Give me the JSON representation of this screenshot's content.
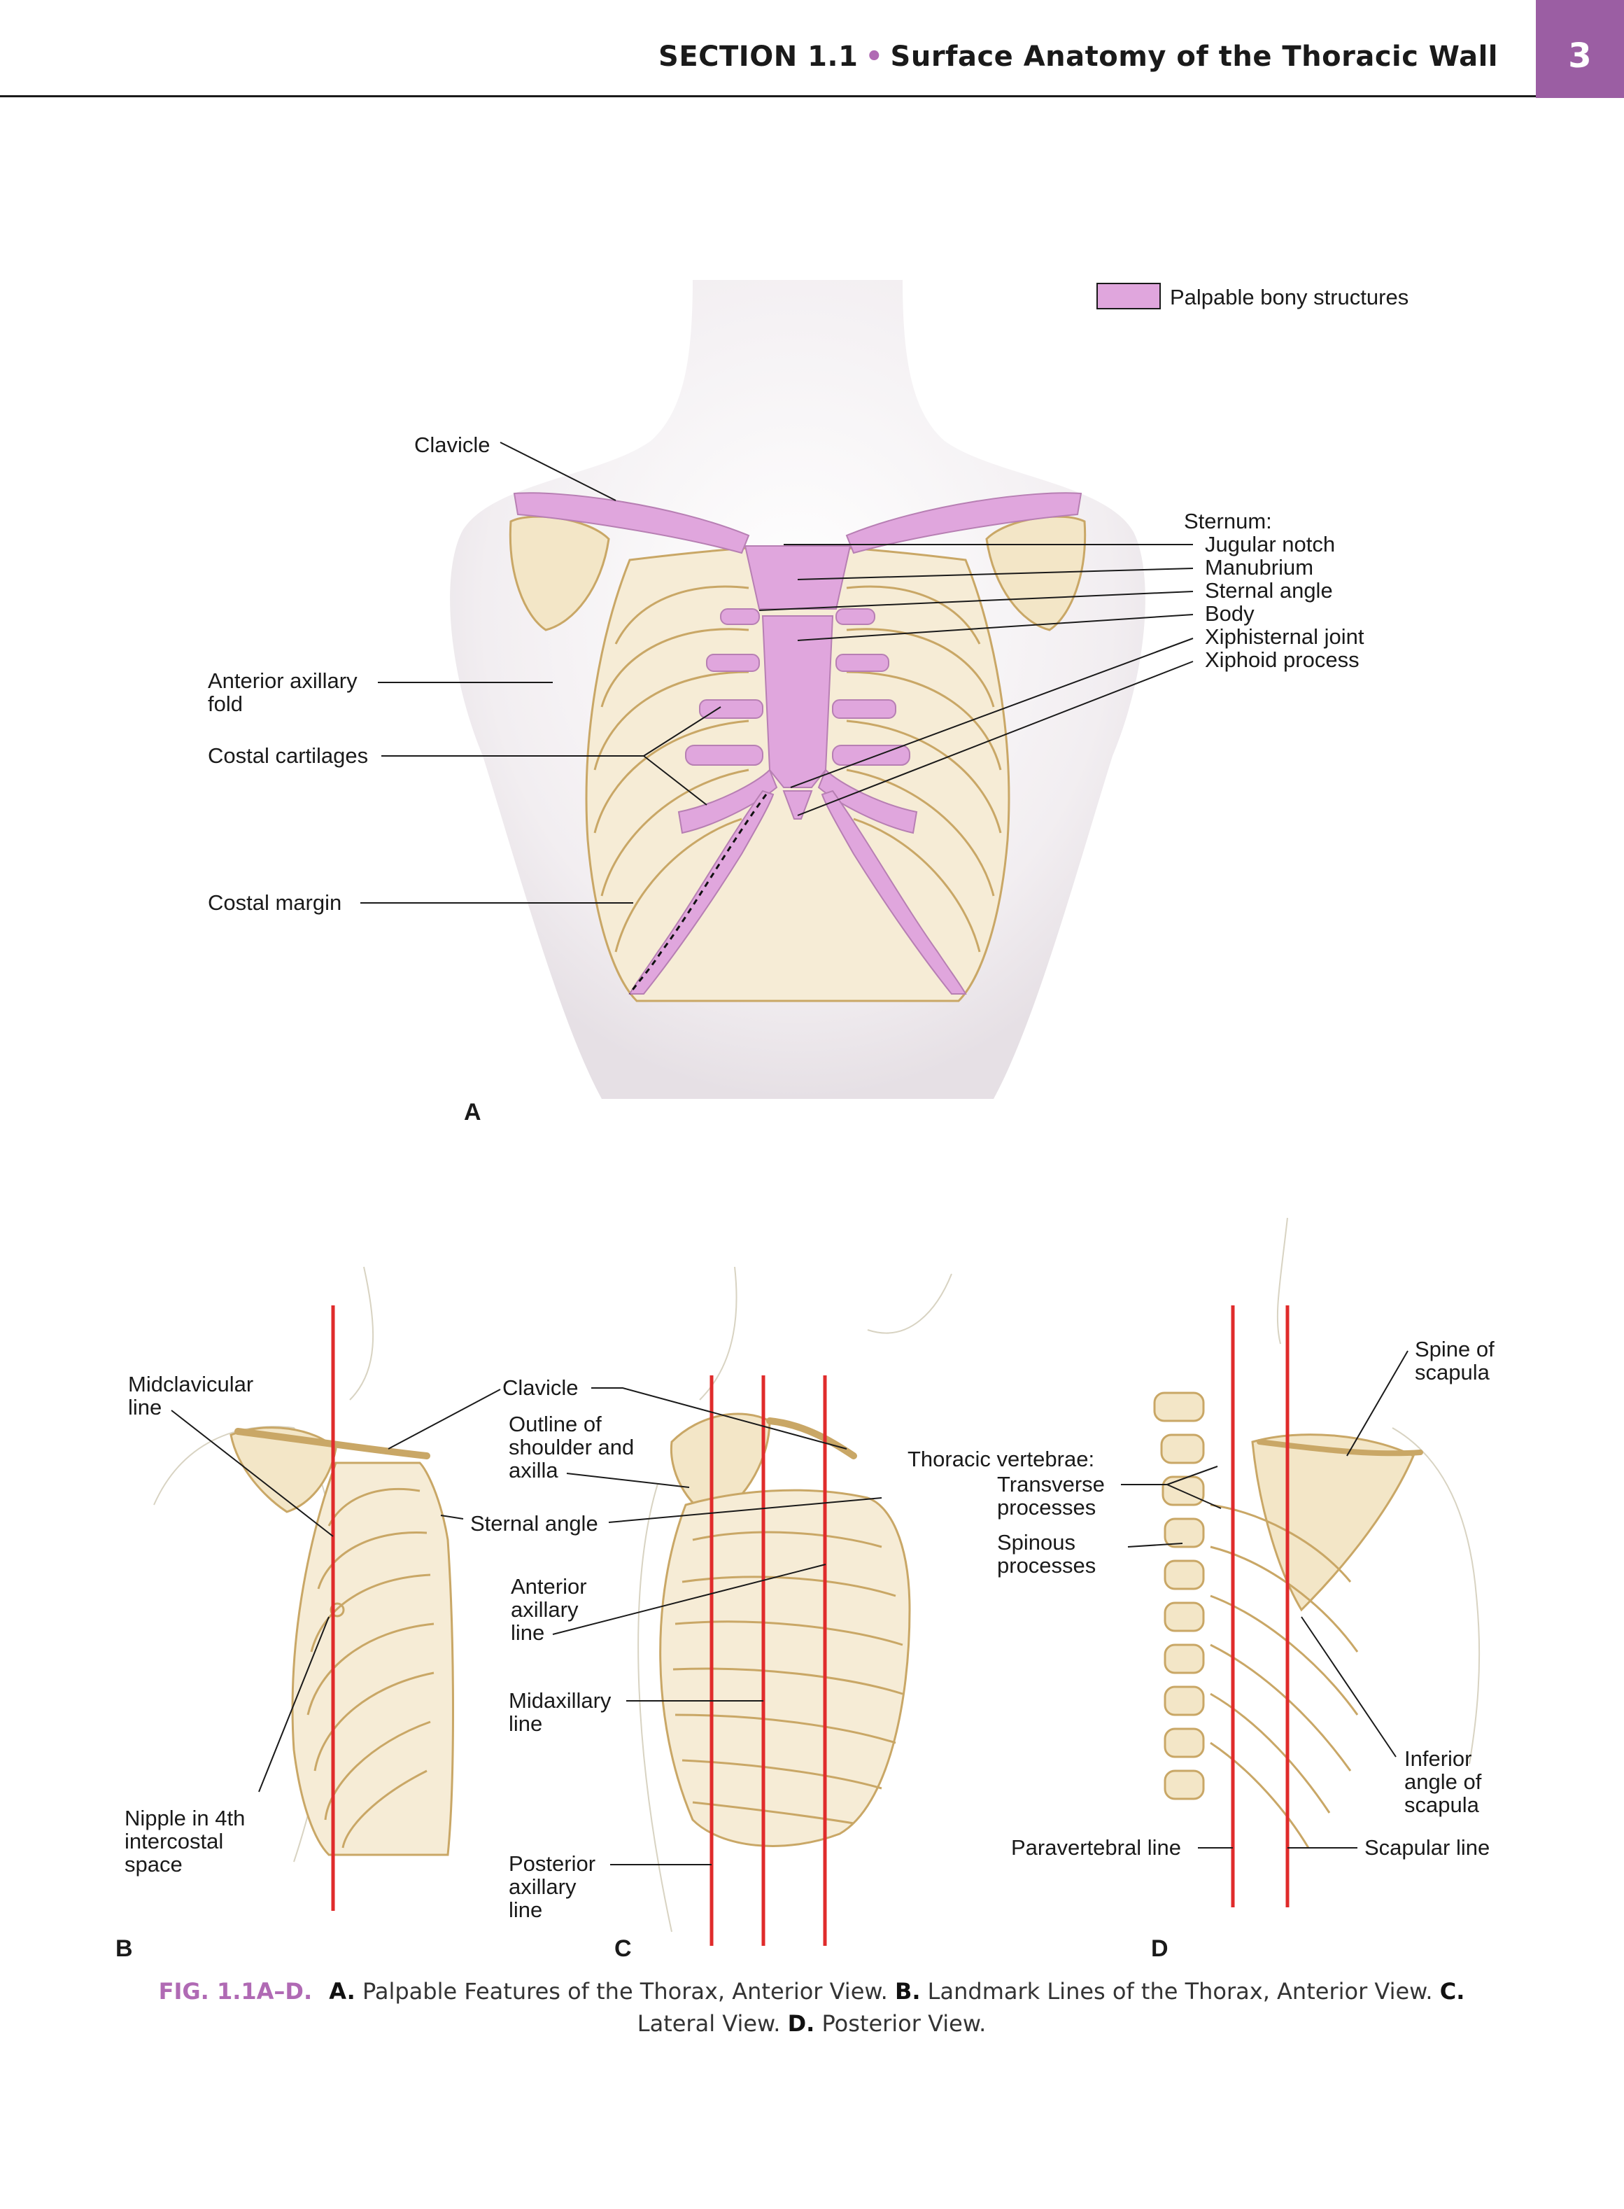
{
  "header": {
    "section_label": "SECTION 1.1",
    "section_title": "Surface Anatomy of the Thoracic Wall",
    "page_number": "3",
    "accent_color": "#9b5ea3"
  },
  "colors": {
    "palpable": "#e0a6dd",
    "bone": "#f3e6c7",
    "bone_outline": "#c9a766",
    "landmark_line": "#e02b2b",
    "skin": "#f1edf0"
  },
  "panel_a": {
    "letter": "A",
    "legend": "Palpable bony structures",
    "labels": {
      "clavicle": "Clavicle",
      "sternum": "Sternum:",
      "jugular_notch": "Jugular notch",
      "manubrium": "Manubrium",
      "sternal_angle": "Sternal angle",
      "body": "Body",
      "xiphisternal_joint": "Xiphisternal joint",
      "xiphoid_process": "Xiphoid process",
      "anterior_axillary_fold": [
        "Anterior axillary",
        "fold"
      ],
      "costal_cartilages": "Costal cartilages",
      "costal_margin": "Costal margin"
    }
  },
  "panel_b": {
    "letter": "B",
    "labels": {
      "midclavicular_line": [
        "Midclavicular",
        "line"
      ],
      "nipple": [
        "Nipple in 4th",
        "intercostal",
        "space"
      ]
    }
  },
  "panel_c": {
    "letter": "C",
    "labels": {
      "clavicle": "Clavicle",
      "outline_shoulder": [
        "Outline of",
        "shoulder and",
        "axilla"
      ],
      "sternal_angle": "Sternal angle",
      "anterior_axillary_line": [
        "Anterior",
        "axillary",
        "line"
      ],
      "midaxillary_line": [
        "Midaxillary",
        "line"
      ],
      "posterior_axillary_line": [
        "Posterior",
        "axillary",
        "line"
      ]
    }
  },
  "panel_d": {
    "letter": "D",
    "labels": {
      "thoracic_vertebrae": "Thoracic vertebrae:",
      "transverse_processes": [
        "Transverse",
        "processes"
      ],
      "spinous_processes": [
        "Spinous",
        "processes"
      ],
      "spine_of_scapula": [
        "Spine of",
        "scapula"
      ],
      "inferior_angle": [
        "Inferior",
        "angle of",
        "scapula"
      ],
      "paravertebral_line": "Paravertebral line",
      "scapular_line": "Scapular line"
    }
  },
  "caption": {
    "fig_label": "FIG. 1.1A–D.",
    "a_letter": "A.",
    "a_text": "Palpable Features of the Thorax, Anterior View.",
    "b_letter": "B.",
    "b_text": "Landmark Lines of the Thorax, Anterior View.",
    "c_letter": "C.",
    "c_text": "Lateral View.",
    "d_letter": "D.",
    "d_text": "Posterior View."
  }
}
